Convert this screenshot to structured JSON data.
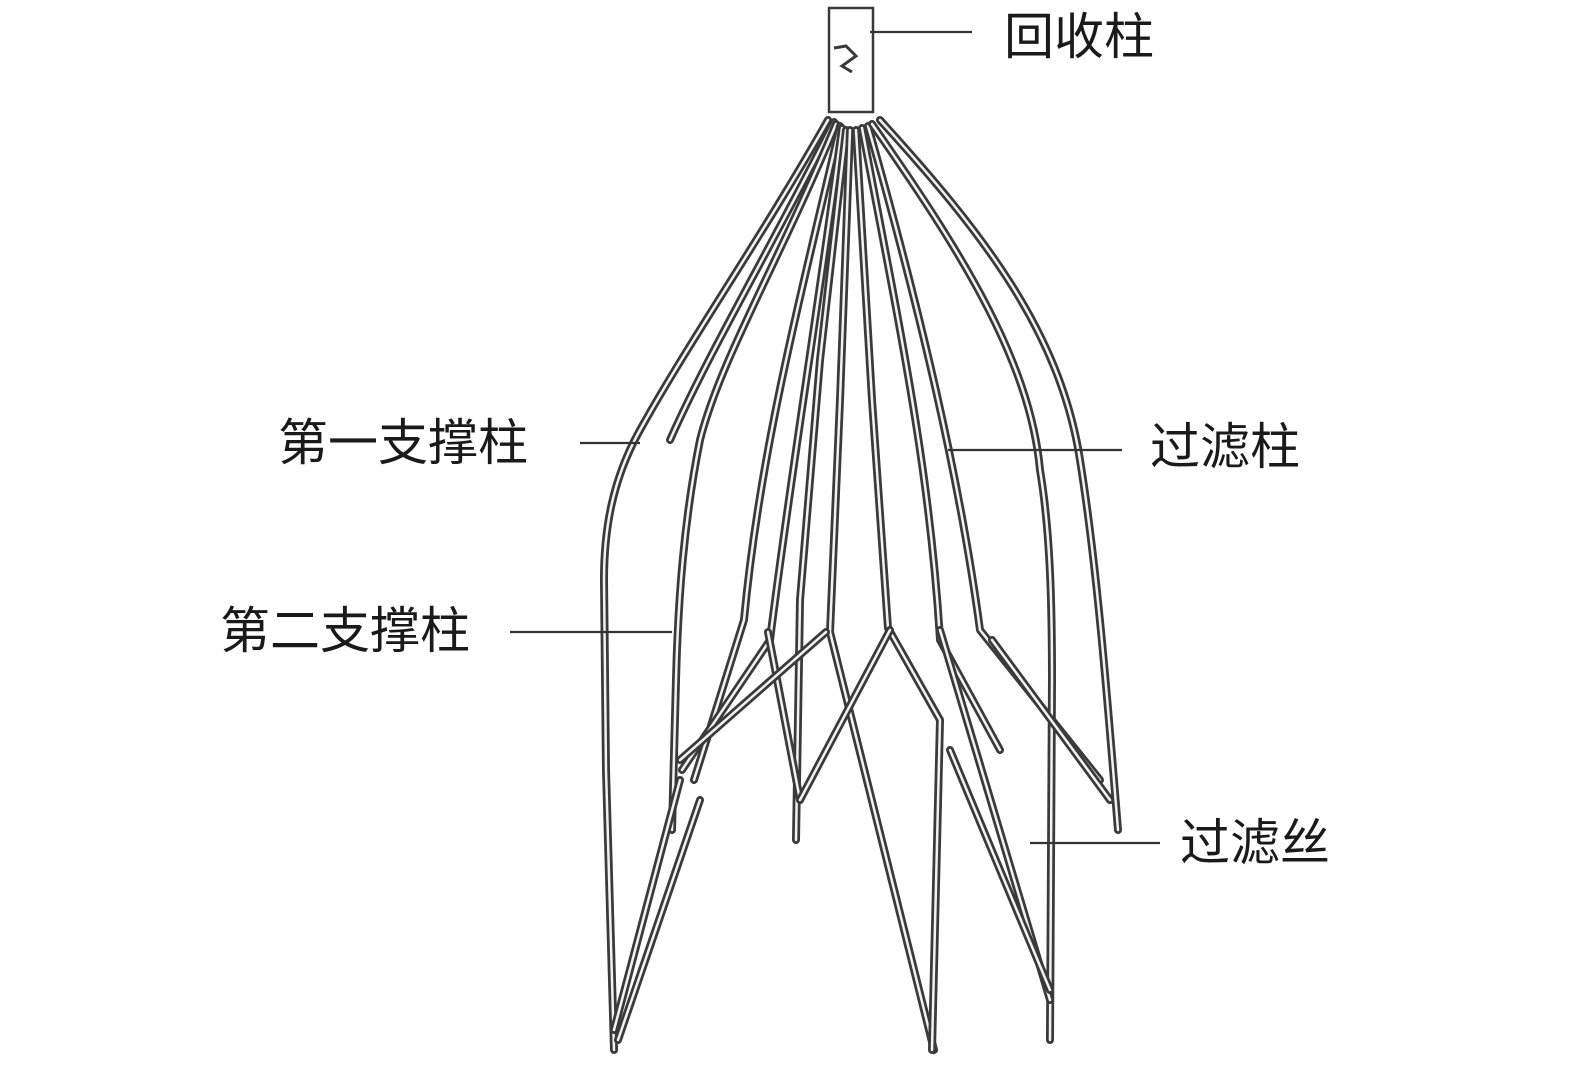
{
  "labels": {
    "recovery_column": "回收柱",
    "first_support_column": "第一支撑柱",
    "second_support_column": "第二支撑柱",
    "filter_column": "过滤柱",
    "filter_wire": "过滤丝"
  },
  "colors": {
    "wire_dark": "#3a3a3a",
    "wire_light": "#f2f2f2",
    "leader": "#333333",
    "text": "#1a1a1a"
  }
}
